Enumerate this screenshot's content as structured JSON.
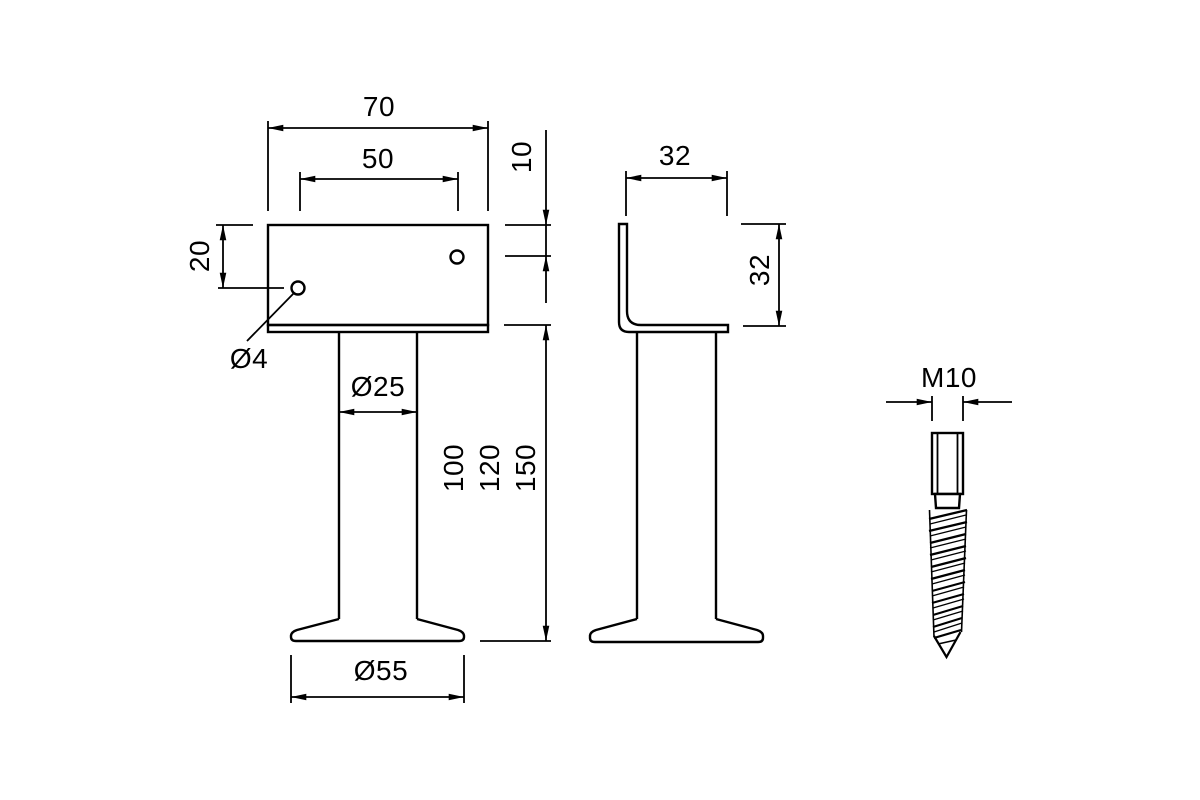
{
  "page": {
    "background_color": "#ffffff",
    "line_color": "#000000",
    "drawing_type": "dimensioned technical drawing, door stop / pedestal with angle plate and hanger bolt"
  },
  "front_view": {
    "plate_width": "70",
    "hole_spacing": "50",
    "left_hole_offset": "20",
    "hole_diameter": "Ø4",
    "right_hole_offset": "10",
    "column_diameter": "Ø25",
    "height_variants": [
      "100",
      "120",
      "150"
    ],
    "base_diameter": "Ø55"
  },
  "side_view": {
    "plate_depth": "32",
    "plate_height": "32"
  },
  "screw": {
    "thread_size": "M10"
  }
}
